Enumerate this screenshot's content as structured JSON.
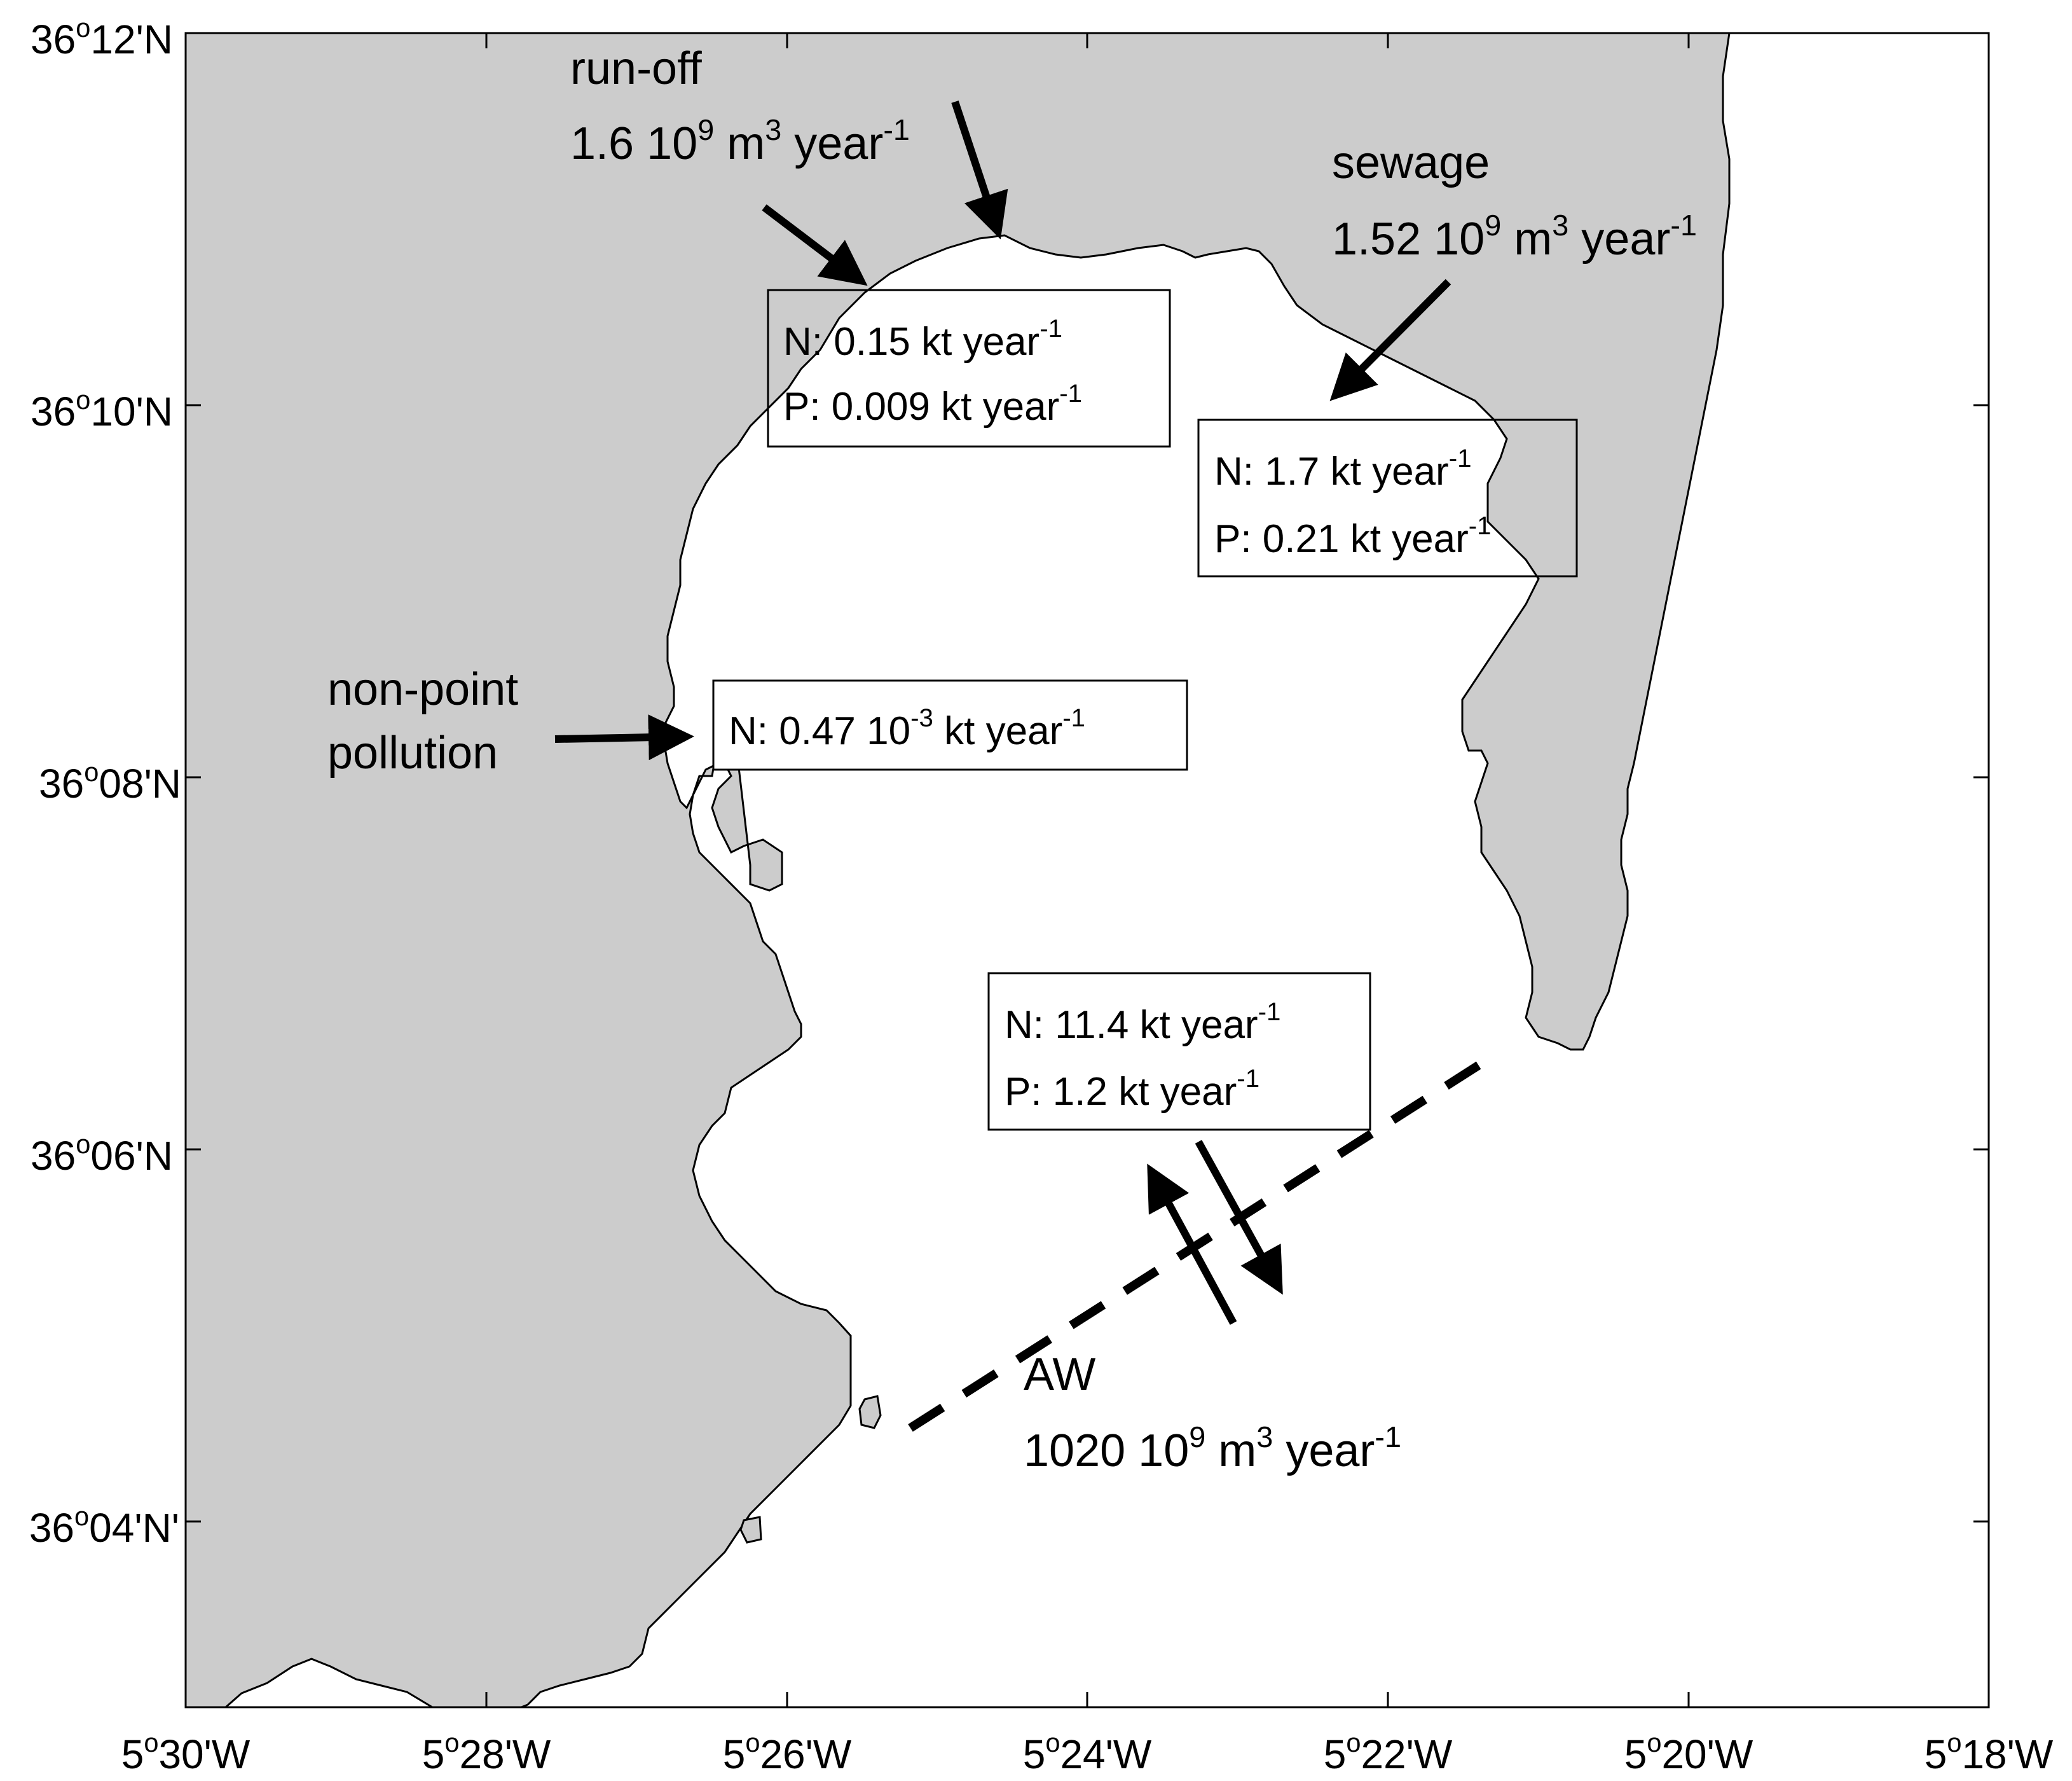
{
  "map": {
    "x_ticks": [
      {
        "deg": "5",
        "min": "30'W"
      },
      {
        "deg": "5",
        "min": "28'W"
      },
      {
        "deg": "5",
        "min": "26'W"
      },
      {
        "deg": "5",
        "min": "24'W"
      },
      {
        "deg": "5",
        "min": "22'W"
      },
      {
        "deg": "5",
        "min": "20'W"
      },
      {
        "deg": "5",
        "min": "18'W"
      }
    ],
    "y_ticks": [
      {
        "deg": "36",
        "min": "12'N"
      },
      {
        "deg": "36",
        "min": "10'N"
      },
      {
        "deg": "36",
        "min": "08'N"
      },
      {
        "deg": "36",
        "min": "06'N"
      },
      {
        "deg": "36",
        "min": "04'N'"
      }
    ],
    "degree_symbol": "o",
    "land_color": "#cccccc",
    "sea_color": "#ffffff",
    "sources": {
      "runoff": {
        "label": "run-off",
        "flux": {
          "base": "1.6 10",
          "exp1": "9",
          "unit": " m",
          "exp2": "3",
          "unit2": " year",
          "exp3": "-1"
        },
        "N": {
          "text": "N: 0.15 kt year",
          "exp": "-1"
        },
        "P": {
          "text": "P: 0.009 kt year",
          "exp": "-1"
        }
      },
      "sewage": {
        "label": "sewage",
        "flux": {
          "base": "1.52 10",
          "exp1": "9",
          "unit": " m",
          "exp2": "3",
          "unit2": " year",
          "exp3": "-1"
        },
        "N": {
          "text": "N: 1.7 kt year",
          "exp": "-1"
        },
        "P": {
          "text": "P: 0.21 kt year",
          "exp": "-1"
        }
      },
      "nonpoint": {
        "label_line1": "non-point",
        "label_line2": "pollution",
        "N": {
          "text": "N: 0.47 10",
          "exp": "-3",
          "text2": " kt year",
          "exp2": "-1"
        }
      },
      "aw": {
        "label": "AW",
        "flux": {
          "base": "1020 10",
          "exp1": "9",
          "unit": " m",
          "exp2": "3",
          "unit2": " year",
          "exp3": "-1"
        },
        "N": {
          "text": "N: 11.4 kt year",
          "exp": "-1"
        },
        "P": {
          "text": "P: 1.2 kt year",
          "exp": "-1"
        }
      }
    }
  }
}
